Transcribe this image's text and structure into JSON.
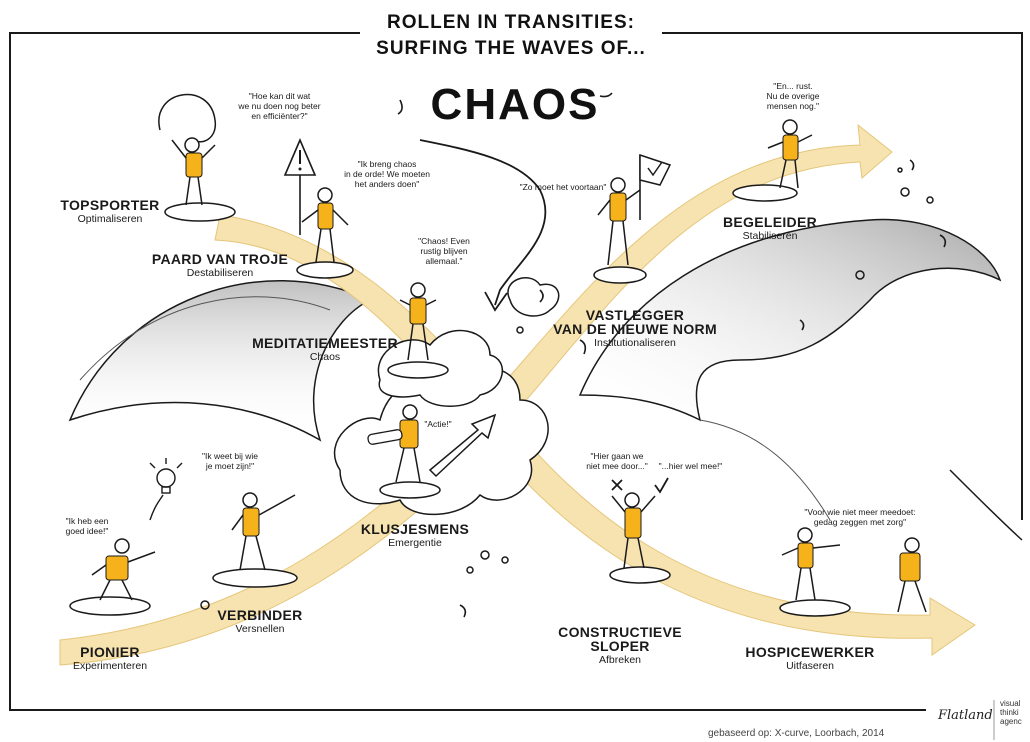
{
  "title": {
    "line1": "ROLLEN IN TRANSITIES:",
    "line2": "SURFING THE WAVES OF...",
    "main": "CHAOS"
  },
  "roles": [
    {
      "name": "TOPSPORTER",
      "sub": "Optimaliseren"
    },
    {
      "name": "PAARD VAN TROJE",
      "sub": "Destabiliseren"
    },
    {
      "name": "MEDITATIEMEESTER",
      "sub": "Chaos"
    },
    {
      "name": "VASTLEGGER\nVAN DE NIEUWE NORM",
      "sub": "Institutionaliseren"
    },
    {
      "name": "BEGELEIDER",
      "sub": "Stabiliseren"
    },
    {
      "name": "KLUSJESMENS",
      "sub": "Emergentie"
    },
    {
      "name": "VERBINDER",
      "sub": "Versnellen"
    },
    {
      "name": "PIONIER",
      "sub": "Experimenteren"
    },
    {
      "name": "CONSTRUCTIEVE\nSLOPER",
      "sub": "Afbreken"
    },
    {
      "name": "HOSPICEWERKER",
      "sub": "Uitfaseren"
    }
  ],
  "quotes": [
    "\"Hoe kan dit wat\nwe nu doen nog beter\nen efficiënter?\"",
    "\"Ik breng chaos\nin de orde! We moeten\nhet anders doen\"",
    "\"Chaos! Even\nrustig blijven\nallemaal.\"",
    "\"Zo moet het voortaan\"",
    "\"En... rust.\nNu de overige\nmensen nog.\"",
    "\"Actie!\"",
    "\"Ik weet bij wie\nje moet zijn!\"",
    "\"Ik heb een\ngoed idee!\"",
    "\"Hier gaan we\nniet mee door...\"",
    "\"...hier wel mee!\"",
    "\"Voor wie niet meer meedoet:\ngedag zeggen met zorg\""
  ],
  "credit": "gebaseerd op: X-curve, Loorbach, 2014",
  "logo": "Flatland",
  "tagline": "visual\nthinki\nagenc",
  "colors": {
    "accent": "#f6b21a",
    "wave": "#f7e3b0",
    "ink": "#1a1a1a",
    "shade": "#9a9a9a"
  }
}
